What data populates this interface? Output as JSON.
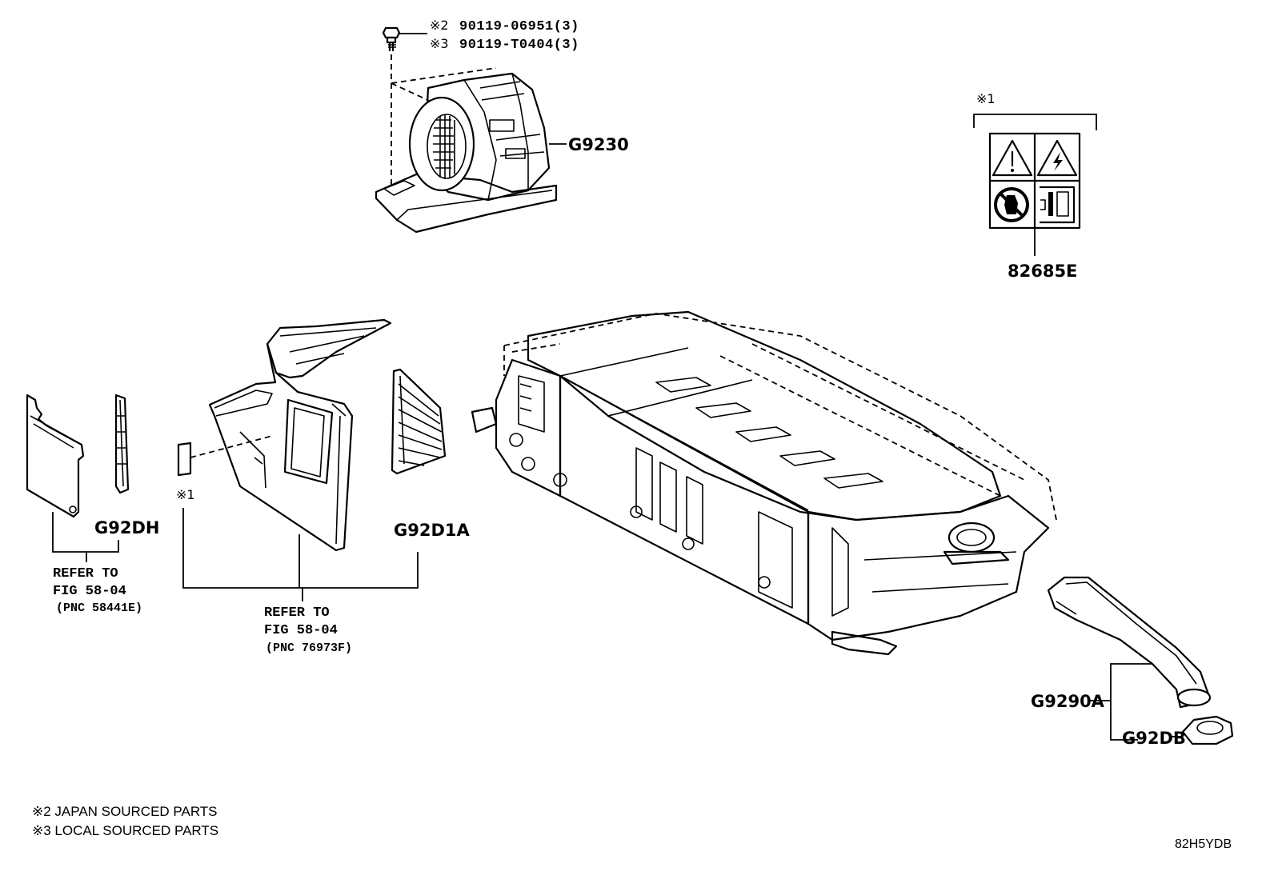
{
  "bolt": {
    "ref_japan": {
      "mark": "※2",
      "part_number": "90119-06951(3)"
    },
    "ref_local": {
      "mark": "※3",
      "part_number": "90119-T0404(3)"
    }
  },
  "callouts": {
    "blower": "G9230",
    "warning_label": "82685E",
    "warning_label_mark": "※1",
    "cover_small": "G92DH",
    "duct_mid": "G92D1A",
    "small_label_mark": "※1",
    "duct_hose": "G9290A",
    "grommet": "G92DB"
  },
  "refer_left": {
    "line1": "REFER TO",
    "line2": "FIG 58-04",
    "pnc": "(PNC 58441E)"
  },
  "refer_center": {
    "line1": "REFER TO",
    "line2": "FIG 58-04",
    "pnc": "(PNC 76973F)"
  },
  "notes": [
    "※2 JAPAN SOURCED PARTS",
    "※3 LOCAL SOURCED PARTS"
  ],
  "diagram_code": "82H5YDB",
  "icons": [
    "bolt-icon",
    "blower-fan-icon",
    "warning-triangle-icon",
    "high-voltage-icon",
    "no-touch-icon",
    "connector-icon"
  ]
}
